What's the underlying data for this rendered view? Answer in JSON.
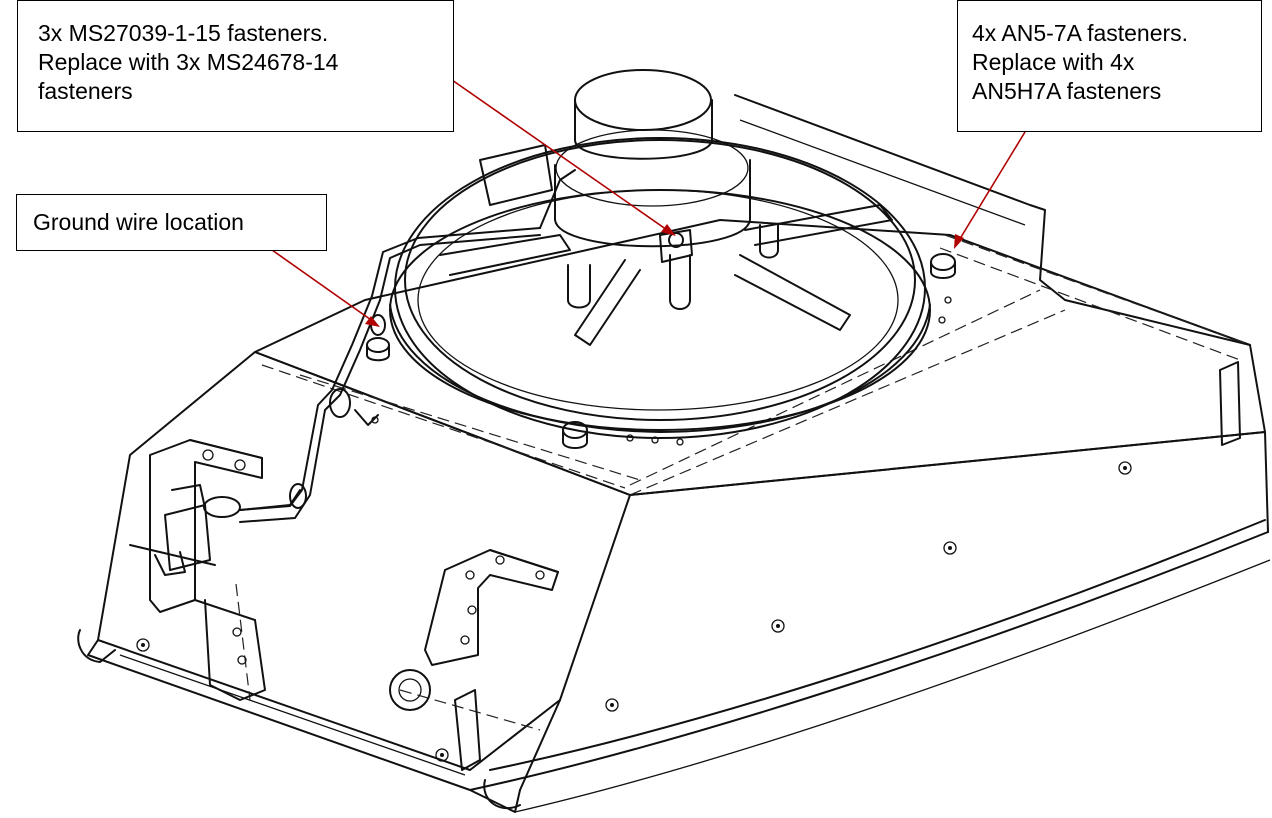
{
  "callouts": {
    "fan_fasteners": {
      "line1": "3x MS27039-1-15 fasteners.",
      "line2": "Replace with 3x MS24678-14",
      "line3": "fasteners"
    },
    "corner_fasteners": {
      "line1": "4x AN5-7A fasteners.",
      "line2": "Replace with 4x",
      "line3": "AN5H7A fasteners"
    },
    "ground_wire": {
      "line1": "Ground wire location"
    }
  },
  "colors": {
    "leader_arrow": "#b00000",
    "outline": "#111111",
    "background": "#ffffff"
  }
}
